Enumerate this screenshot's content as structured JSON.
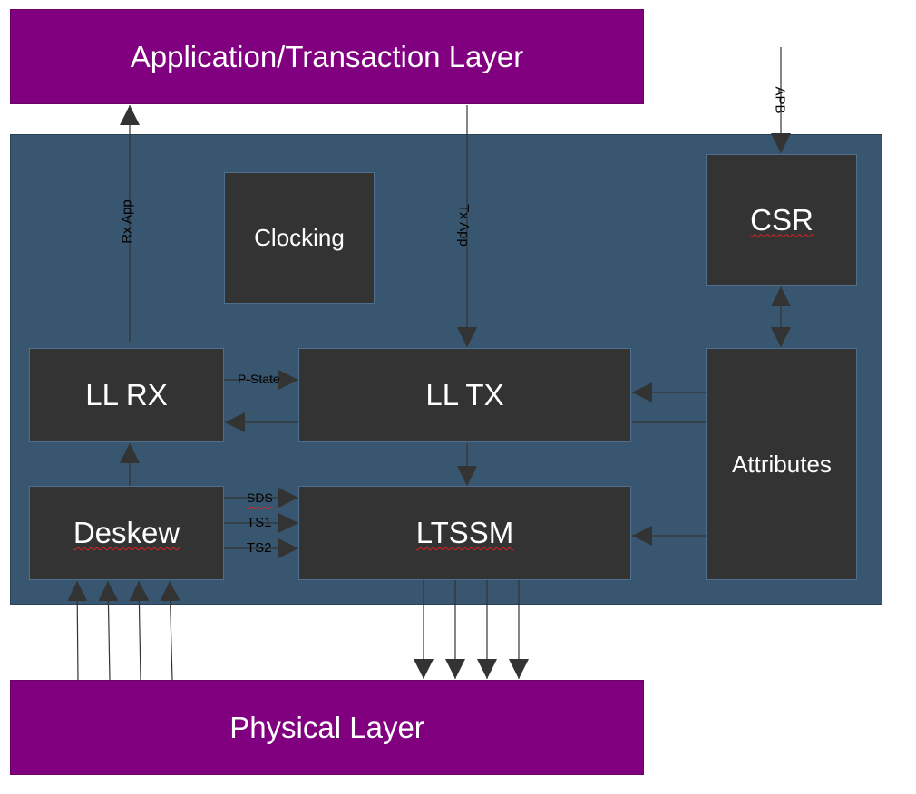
{
  "layers": {
    "application": "Application/Transaction Layer",
    "physical": "Physical Layer"
  },
  "blocks": {
    "clocking": "Clocking",
    "csr": "CSR",
    "ll_rx": "LL RX",
    "ll_tx": "LL TX",
    "attributes": "Attributes",
    "deskew": "Deskew",
    "ltssm": "LTSSM"
  },
  "signals": {
    "rx_app": "Rx App",
    "tx_app": "Tx App",
    "apb": "APB",
    "p_state": "P-State",
    "sds": "SDS",
    "ts1": "TS1",
    "ts2": "TS2"
  },
  "colors": {
    "layer": "#800080",
    "panel": "#385670",
    "block": "#333333",
    "wire": "#333333",
    "text": "#ffffff"
  }
}
